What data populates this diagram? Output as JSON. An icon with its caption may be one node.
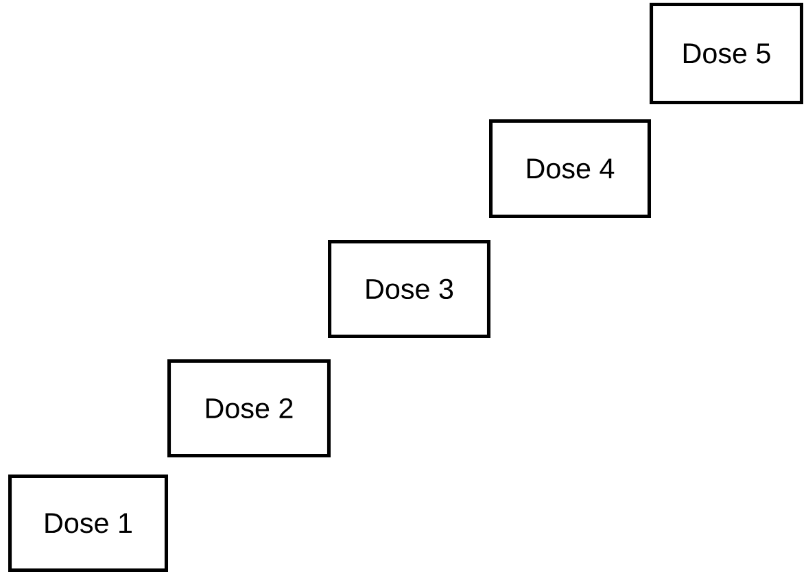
{
  "diagram": {
    "nodes": [
      {
        "text": [
          "Dose 1"
        ]
      },
      {
        "text": [
          "Dose 2"
        ]
      },
      {
        "text": [
          "Dose 3"
        ]
      },
      {
        "text": [
          "Dose 4"
        ]
      },
      {
        "text": [
          "Dose 5"
        ]
      }
    ]
  }
}
